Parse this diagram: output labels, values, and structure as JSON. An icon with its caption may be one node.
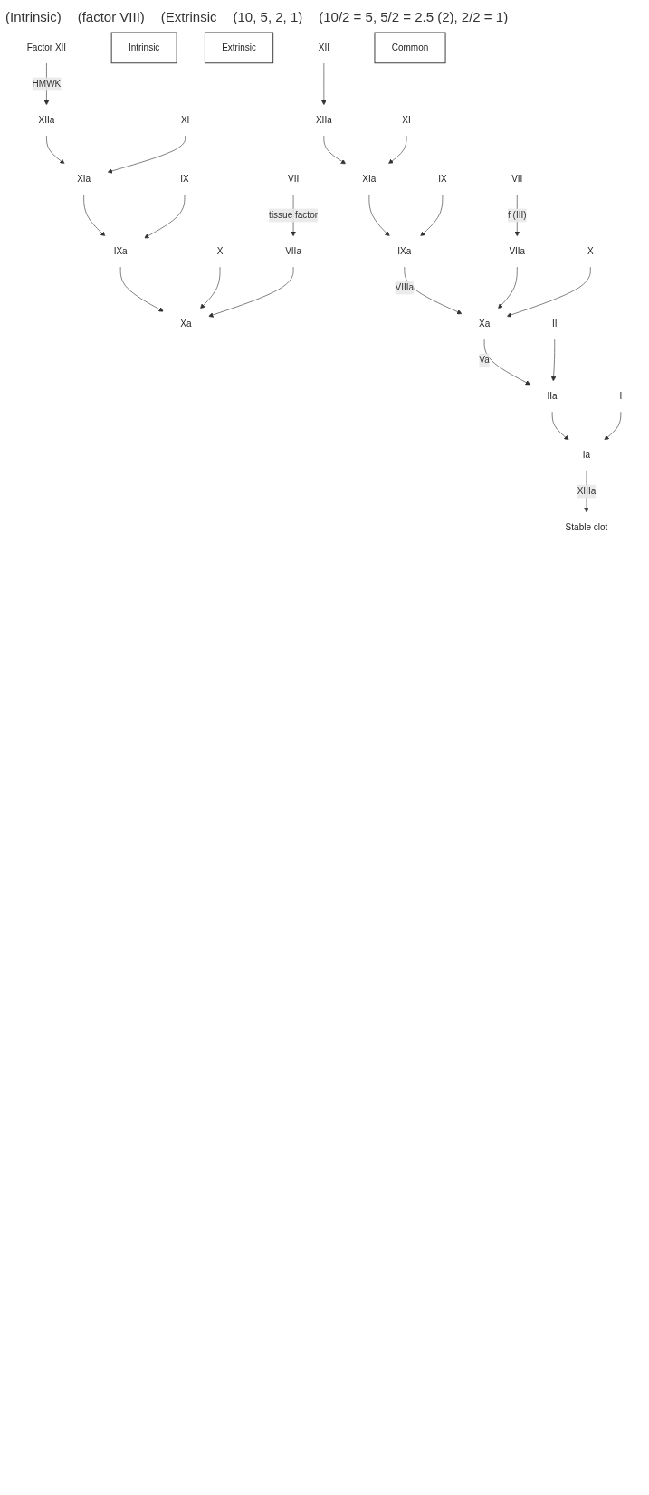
{
  "diagram": {
    "nodes": [
      {
        "text": [
          "Factor XII"
        ]
      },
      {
        "text": [
          "XIIa"
        ]
      },
      {
        "text": [
          "XI"
        ]
      },
      {
        "text": [
          "XIa"
        ]
      },
      {
        "text": [
          "IX"
        ]
      },
      {
        "text": [
          "IXa"
        ]
      },
      {
        "text": [
          "X"
        ]
      },
      {
        "text": [
          "Xa"
        ]
      },
      {
        "text": [
          "VII"
        ]
      },
      {
        "text": [
          "VIIa"
        ]
      },
      {
        "text": [
          "Intrinsic"
        ]
      },
      {
        "text": [
          "Extrinsic"
        ]
      },
      {
        "text": [
          "XII"
        ]
      },
      {
        "text": [
          "XIIa"
        ]
      },
      {
        "text": [
          "XI"
        ]
      },
      {
        "text": [
          "XIa"
        ]
      },
      {
        "text": [
          "IX"
        ]
      },
      {
        "text": [
          "IXa"
        ]
      },
      {
        "text": [
          "VII"
        ]
      },
      {
        "text": [
          "VIIa"
        ]
      },
      {
        "text": [
          "X"
        ]
      },
      {
        "text": [
          "Xa"
        ]
      },
      {
        "text": [
          "Common"
        ]
      },
      {
        "text": [
          "II"
        ]
      },
      {
        "text": [
          "IIa"
        ]
      },
      {
        "text": [
          "I"
        ]
      },
      {
        "text": [
          "Ia"
        ]
      },
      {
        "text": [
          "Stable clot"
        ]
      }
    ],
    "edges": [
      {
        "from": 0,
        "to": 1,
        "arrow": "to",
        "label": "HMWK"
      },
      {
        "from": 1,
        "to": 3,
        "arrow": "to"
      },
      {
        "from": 2,
        "to": 3,
        "arrow": "to"
      },
      {
        "from": 3,
        "to": 5,
        "arrow": "to"
      },
      {
        "from": 4,
        "to": 5,
        "arrow": "to"
      },
      {
        "from": 5,
        "to": 7,
        "arrow": "to"
      },
      {
        "from": 6,
        "to": 7,
        "arrow": "to"
      },
      {
        "from": 8,
        "to": 9,
        "arrow": "to",
        "label": "tissue factor"
      },
      {
        "from": 9,
        "to": 7,
        "arrow": "to"
      },
      {
        "from": 12,
        "to": 13,
        "arrow": "to"
      },
      {
        "from": 13,
        "to": 15,
        "arrow": "to"
      },
      {
        "from": 14,
        "to": 15,
        "arrow": "to"
      },
      {
        "from": 18,
        "to": 19,
        "arrow": "to",
        "label": "f (III)"
      },
      {
        "from": 15,
        "to": 17,
        "arrow": "to"
      },
      {
        "from": 16,
        "to": 17,
        "arrow": "to"
      },
      {
        "from": 17,
        "to": 21,
        "arrow": "to",
        "label": "VIIIa"
      },
      {
        "from": 19,
        "to": 21,
        "arrow": "to"
      },
      {
        "from": 20,
        "to": 21,
        "arrow": "to"
      },
      {
        "from": 21,
        "to": 24,
        "arrow": "to",
        "label": "Va"
      },
      {
        "from": 23,
        "to": 24,
        "arrow": "to"
      },
      {
        "from": 24,
        "to": 26,
        "arrow": "to"
      },
      {
        "from": 25,
        "to": 26,
        "arrow": "to"
      },
      {
        "from": 26,
        "to": 27,
        "arrow": "to",
        "label": "XIIIa"
      }
    ],
    "labels": [
      "(Intrinsic)",
      "(factor VIII)",
      "(Extrinsic",
      "(10, 5, 2, 1)",
      "(10/2 = 5, 5/2 = 2.5 (2), 2/2 = 1)"
    ]
  }
}
